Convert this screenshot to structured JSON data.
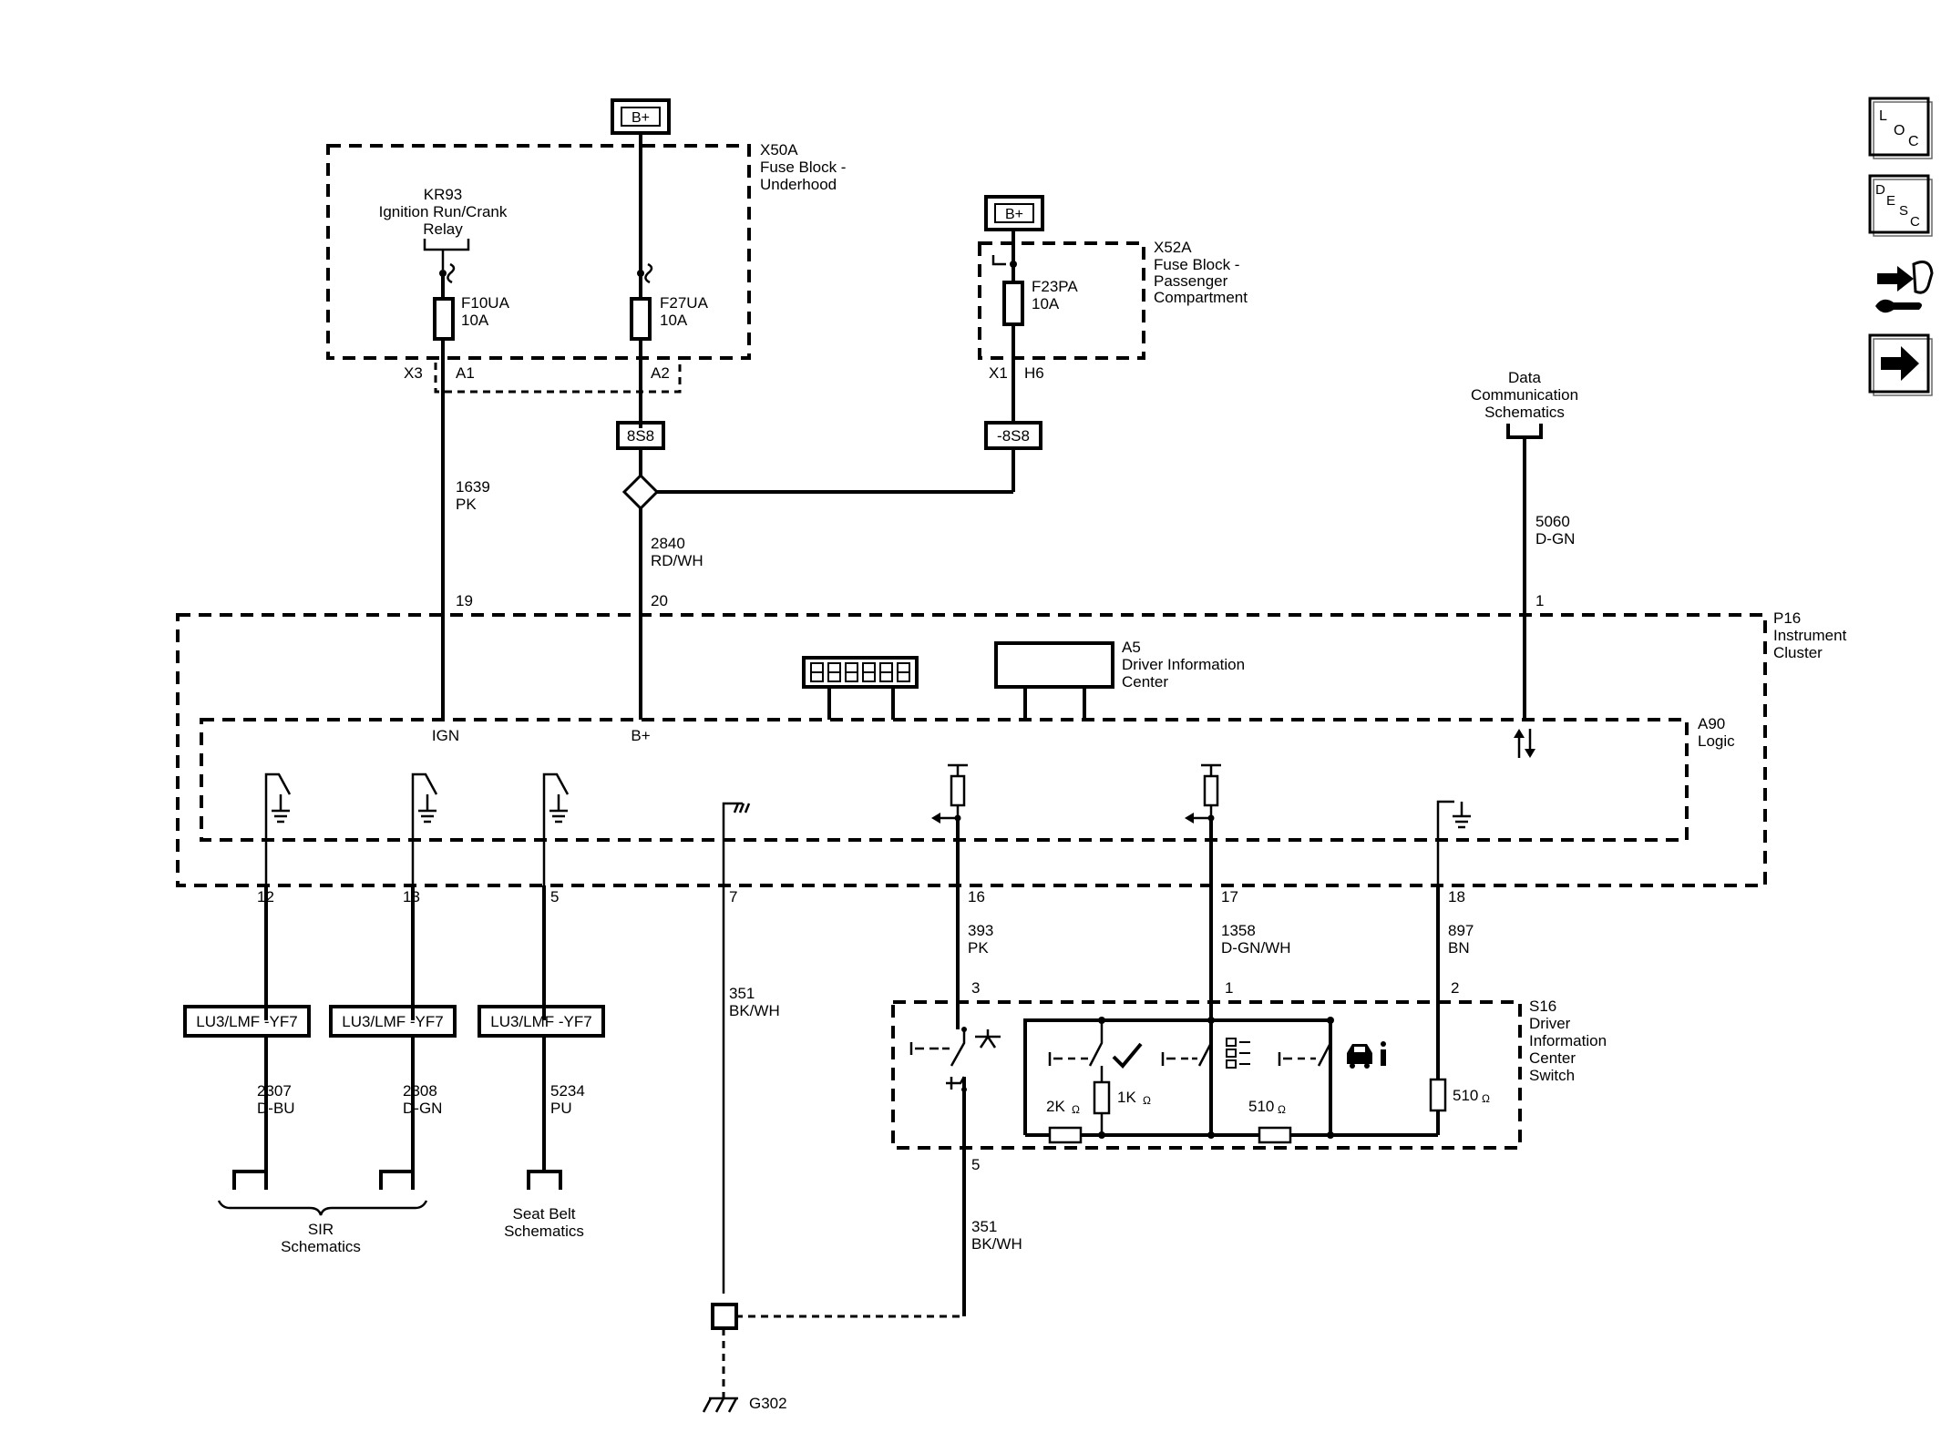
{
  "supplies": {
    "bplus_top": "B+",
    "bplus_pass": "B+"
  },
  "x50a": {
    "name": "X50A",
    "line1": "Fuse Block -",
    "line2": "Underhood"
  },
  "kr93": {
    "name": "KR93",
    "line1": "Ignition Run/Crank",
    "line2": "Relay"
  },
  "f10ua": {
    "name": "F10UA",
    "rating": "10A"
  },
  "f27ua": {
    "name": "F27UA",
    "rating": "10A"
  },
  "x52a": {
    "name": "X52A",
    "line1": "Fuse Block -",
    "line2": "Passenger",
    "line3": "Compartment"
  },
  "f23pa": {
    "name": "F23PA",
    "rating": "10A"
  },
  "connectors": {
    "x3": "X3",
    "a1": "A1",
    "a2": "A2",
    "x1": "X1",
    "h6": "H6"
  },
  "splices": {
    "s1": "8S8",
    "s2": "-8S8"
  },
  "wires": {
    "w1639": {
      "circuit": "1639",
      "color": "PK"
    },
    "w2840": {
      "circuit": "2840",
      "color": "RD/WH"
    },
    "w5060": {
      "circuit": "5060",
      "color": "D-GN"
    },
    "w393": {
      "circuit": "393",
      "color": "PK"
    },
    "w1358": {
      "circuit": "1358",
      "color": "D-GN/WH"
    },
    "w897": {
      "circuit": "897",
      "color": "BN"
    },
    "w351a": {
      "circuit": "351",
      "color": "BK/WH"
    },
    "w351b": {
      "circuit": "351",
      "color": "BK/WH"
    },
    "w2307": {
      "circuit": "2307",
      "color": "D-BU"
    },
    "w2308": {
      "circuit": "2308",
      "color": "D-GN"
    },
    "w5234": {
      "circuit": "5234",
      "color": "PU"
    }
  },
  "data_comm": {
    "line1": "Data",
    "line2": "Communication",
    "line3": "Schematics"
  },
  "p16": {
    "name": "P16",
    "line1": "Instrument",
    "line2": "Cluster"
  },
  "a5": {
    "name": "A5",
    "line1": "Driver Information",
    "line2": "Center"
  },
  "a90": {
    "name": "A90",
    "line1": "Logic"
  },
  "pins": {
    "p19": "19",
    "p20": "20",
    "p1": "1",
    "ign": "IGN",
    "bplus": "B+",
    "p12": "12",
    "p13": "13",
    "p5": "5",
    "p7": "7",
    "p16": "16",
    "p17": "17",
    "p18": "18",
    "s3": "3",
    "s1": "1",
    "s2": "2",
    "s5": "5"
  },
  "options": {
    "o1": "LU3/LMF -YF7",
    "o2": "LU3/LMF -YF7",
    "o3": "LU3/LMF -YF7"
  },
  "sir": {
    "line1": "SIR",
    "line2": "Schematics"
  },
  "seatbelt": {
    "line1": "Seat Belt",
    "line2": "Schematics"
  },
  "s16": {
    "name": "S16",
    "line1": "Driver",
    "line2": "Information",
    "line3": "Center",
    "line4": "Switch"
  },
  "resistors": {
    "r2k": "2K",
    "r1k": "1K",
    "r510a": "510",
    "r510b": "510",
    "ohm": "Ω"
  },
  "ground": {
    "name": "G302"
  },
  "side_icons": {
    "loc": {
      "l": "L",
      "o": "O",
      "c": "C"
    },
    "desc": {
      "d": "D",
      "e": "E",
      "s": "S",
      "c": "C"
    },
    "tools_icon": "tools-icon",
    "arrow_icon": "arrow-right-icon"
  }
}
